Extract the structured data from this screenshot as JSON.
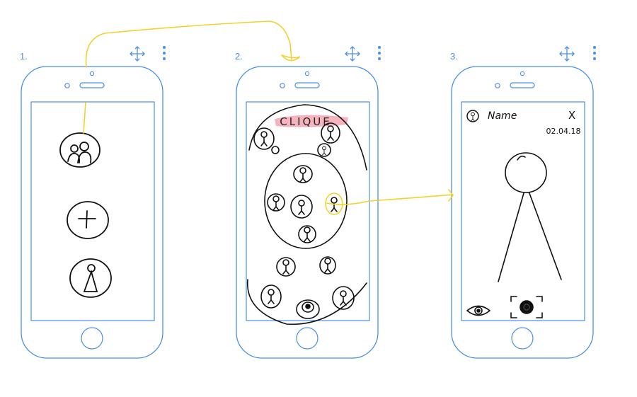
{
  "frames": [
    {
      "number": "1."
    },
    {
      "number": "2."
    },
    {
      "number": "3."
    }
  ],
  "frame2": {
    "clique_label": "CLIQUE"
  },
  "frame3": {
    "name_label": "Name",
    "close_label": "X",
    "date_label": "02.04.18"
  },
  "icons": [
    "move-icon",
    "more-vertical-icon",
    "group-icon",
    "plus-icon",
    "person-icon",
    "eye-icon",
    "camera-capture-icon"
  ],
  "colors": {
    "frame": "#4a8fe7",
    "ink": "#111111",
    "connector": "#f2d230",
    "highlight": "#f29aa8"
  }
}
